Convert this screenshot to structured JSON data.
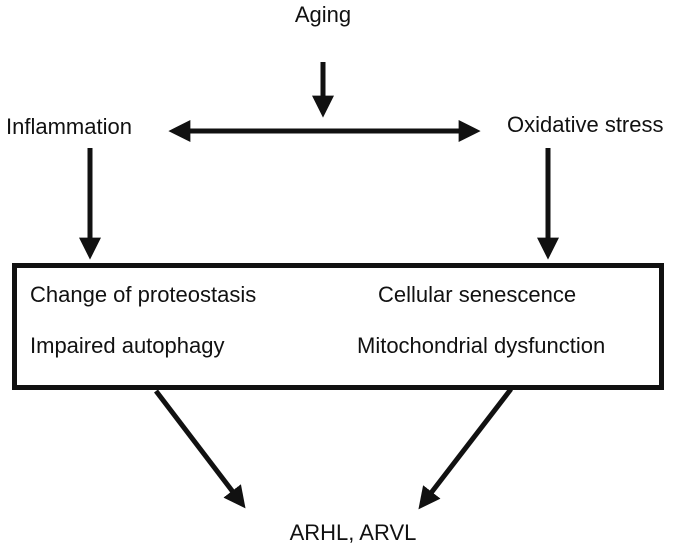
{
  "colors": {
    "ink": "#111111",
    "background": "#ffffff"
  },
  "diagram": {
    "title_node": {
      "label": "Aging"
    },
    "nodes": {
      "aging": {
        "label": "Aging"
      },
      "inflammation": {
        "label": "Inflammation"
      },
      "oxidative_stress": {
        "label": "Oxidative stress"
      },
      "outcome": {
        "label": "ARHL, ARVL"
      }
    },
    "mechanism_box": {
      "items": [
        {
          "label": "Change of proteostasis"
        },
        {
          "label": "Cellular senescence"
        },
        {
          "label": "Impaired autophagy"
        },
        {
          "label": "Mitochondrial dysfunction"
        }
      ]
    },
    "edges": [
      {
        "from": "Aging",
        "to": "Inflammation / Oxidative stress axis",
        "direction": "one-way-down"
      },
      {
        "from": "Inflammation",
        "to": "Oxidative stress",
        "direction": "two-way"
      },
      {
        "from": "Inflammation",
        "to": "mechanism box",
        "direction": "one-way-down"
      },
      {
        "from": "Oxidative stress",
        "to": "mechanism box",
        "direction": "one-way-down"
      },
      {
        "from": "mechanism box (left)",
        "to": "ARHL, ARVL",
        "direction": "one-way-down"
      },
      {
        "from": "mechanism box (right)",
        "to": "ARHL, ARVL",
        "direction": "one-way-down"
      }
    ]
  }
}
